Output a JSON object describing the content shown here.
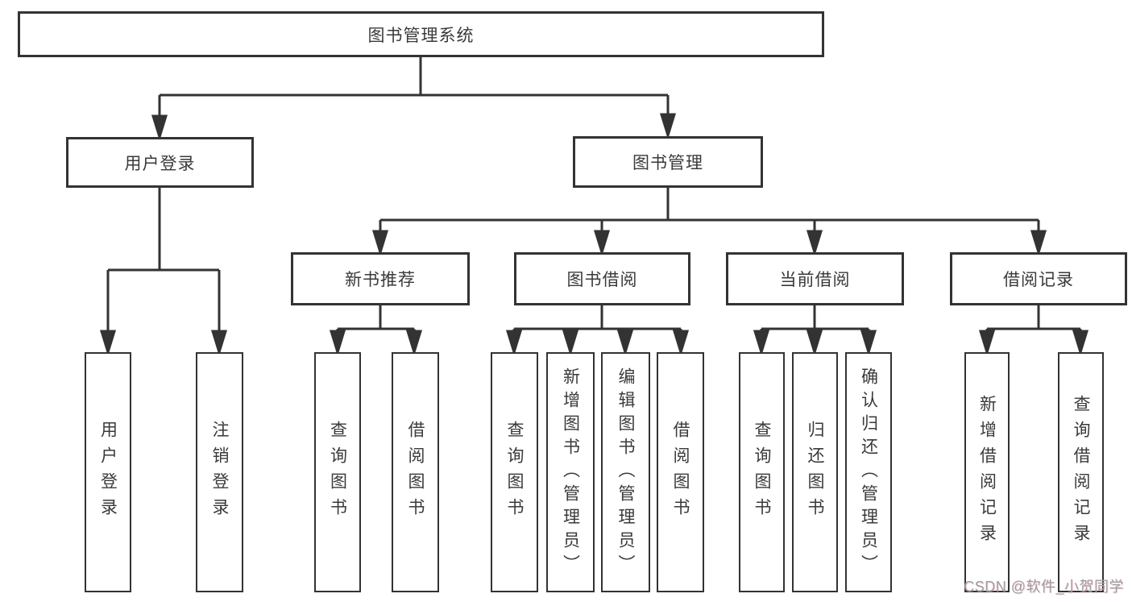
{
  "diagram": {
    "watermark": "CSDN @软件_小贺同学",
    "colors": {
      "line": "#333333",
      "box_border": "#333333",
      "text": "#3a3a3a",
      "background": "#ffffff",
      "watermark": "#9d9d9d"
    }
  },
  "tree": {
    "label": "图书管理系统",
    "children": [
      {
        "label": "用户登录",
        "children": [
          {
            "label": "用户登录"
          },
          {
            "label": "注销登录"
          }
        ]
      },
      {
        "label": "图书管理",
        "children": [
          {
            "label": "新书推荐",
            "children": [
              {
                "label": "查询图书"
              },
              {
                "label": "借阅图书"
              }
            ]
          },
          {
            "label": "图书借阅",
            "children": [
              {
                "label": "查询图书"
              },
              {
                "label": "新增图书（管理员）"
              },
              {
                "label": "编辑图书（管理员）"
              },
              {
                "label": "借阅图书"
              }
            ]
          },
          {
            "label": "当前借阅",
            "children": [
              {
                "label": "查询图书"
              },
              {
                "label": "归还图书"
              },
              {
                "label": "确认归还（管理员）"
              }
            ]
          },
          {
            "label": "借阅记录",
            "children": [
              {
                "label": "新增借阅记录"
              },
              {
                "label": "查询借阅记录"
              }
            ]
          }
        ]
      }
    ]
  }
}
